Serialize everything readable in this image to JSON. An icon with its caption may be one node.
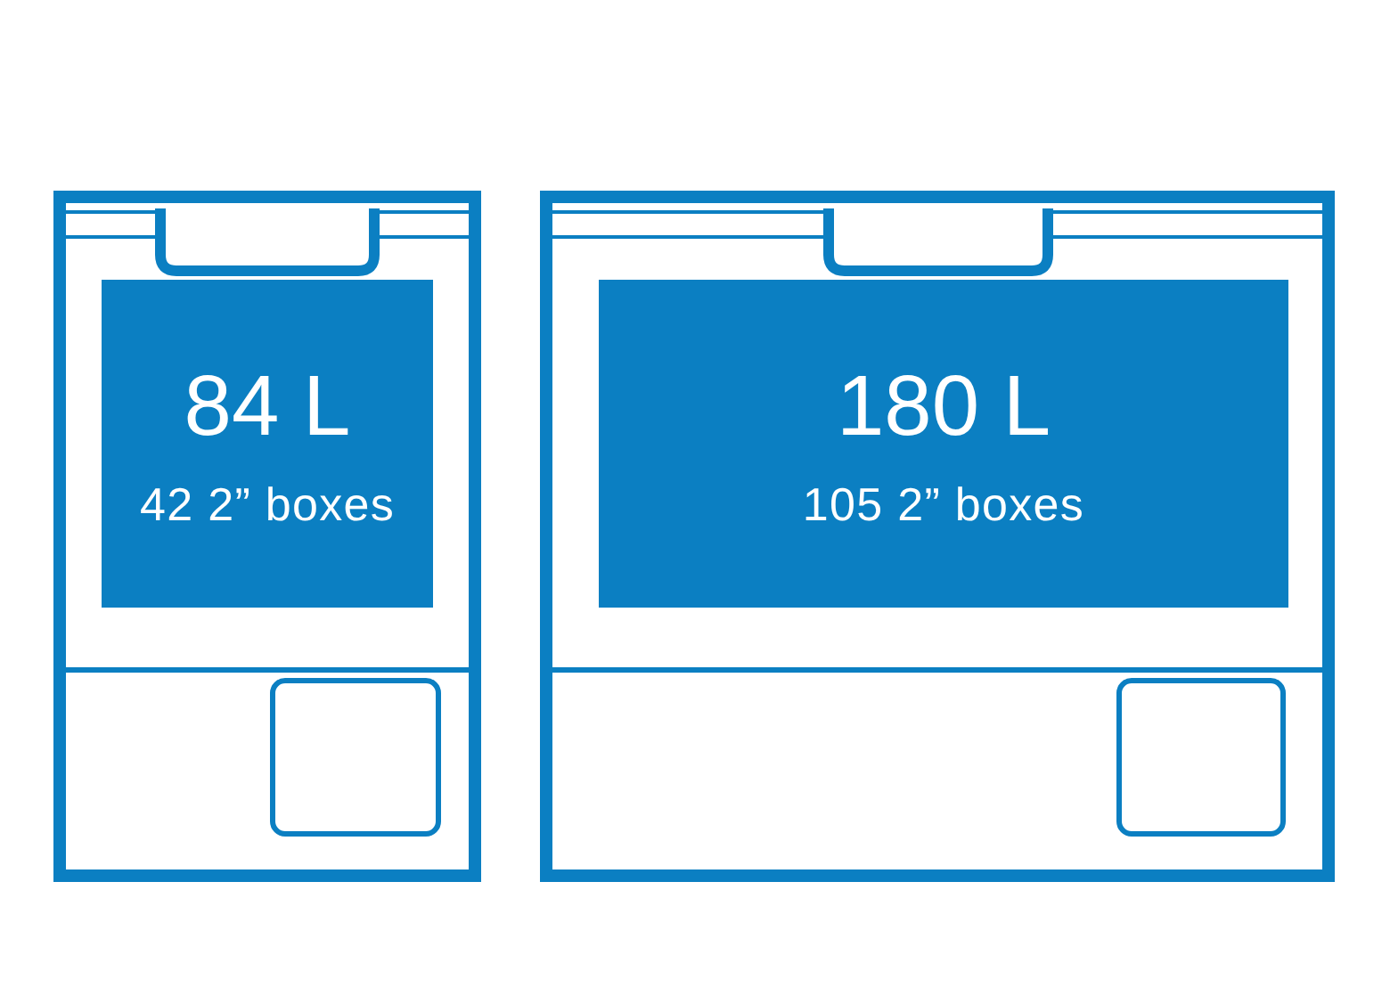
{
  "diagram": {
    "nodes": [
      {
        "text": [],
        "shape": "box"
      },
      {
        "text": [
          "84 L",
          "42 2” boxes"
        ],
        "in": 0
      },
      {
        "text": [],
        "shape": "box"
      },
      {
        "text": [
          "180 L",
          "105 2” boxes"
        ],
        "in": 2
      }
    ]
  }
}
